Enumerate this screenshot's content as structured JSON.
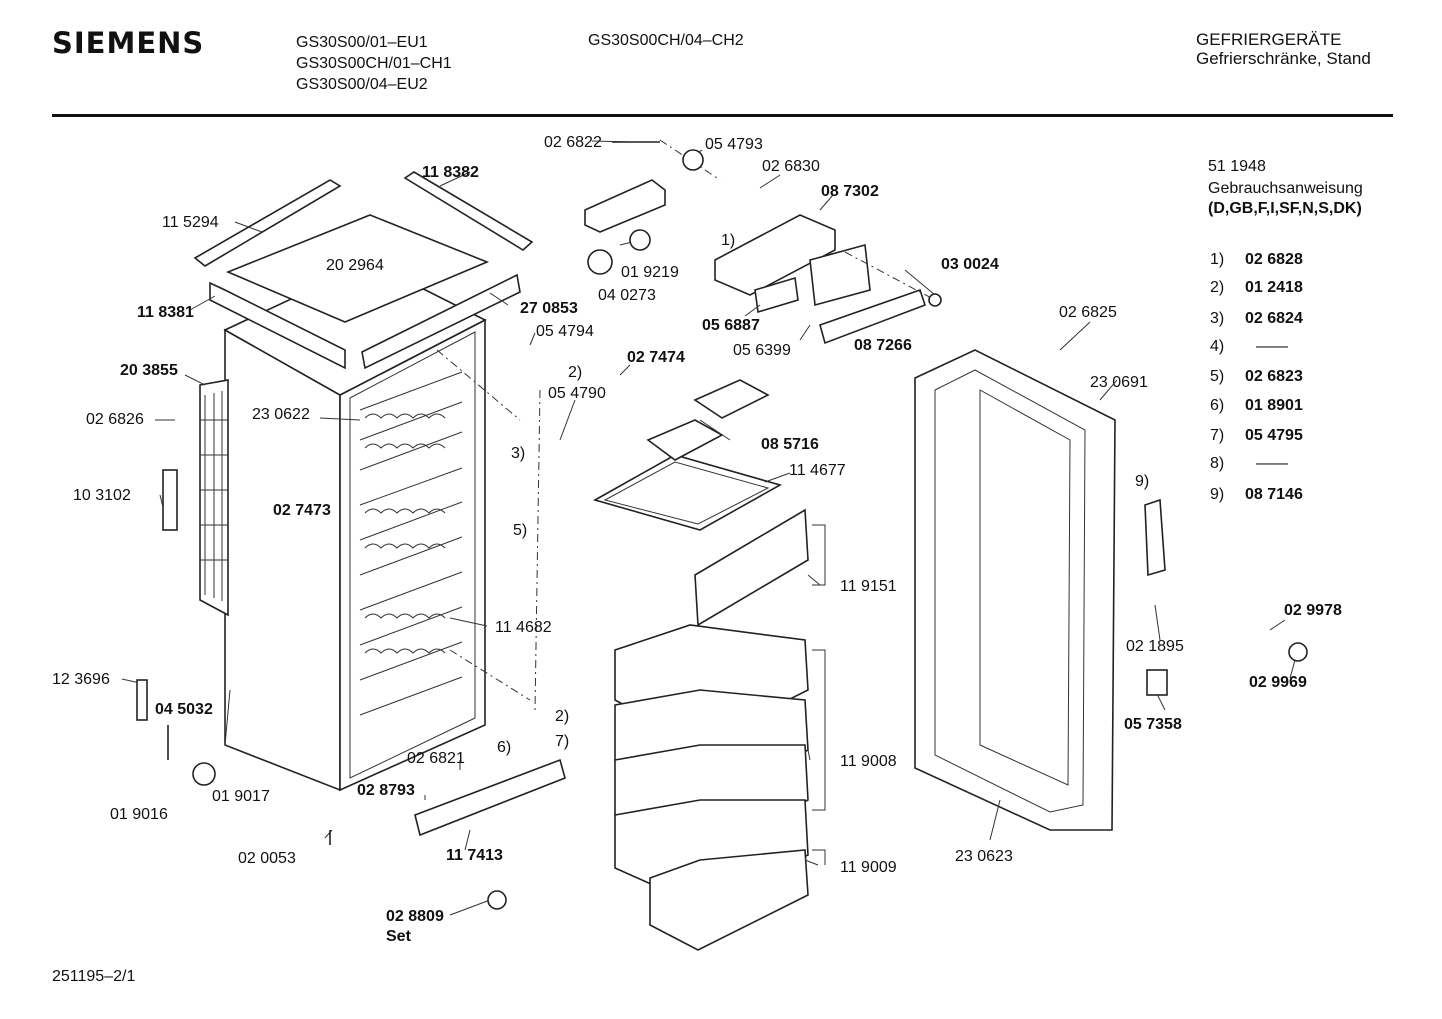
{
  "header": {
    "brand": "SIEMENS",
    "models_left": [
      "GS30S00/01–EU1",
      "GS30S00CH/01–CH1",
      "GS30S00/04–EU2"
    ],
    "model_right": "GS30S00CH/04–CH2",
    "category_title": "GEFRIERGERÄTE",
    "category_sub": "Gefrierschränke, Stand"
  },
  "manual": {
    "part_no": "51 1948",
    "title": "Gebrauchsanweisung",
    "languages": "(D,GB,F,I,SF,N,S,DK)"
  },
  "legend": [
    {
      "key": "1)",
      "value": "02 6828"
    },
    {
      "key": "2)",
      "value": "01 2418"
    },
    {
      "key": "3)",
      "value": "02 6824"
    },
    {
      "key": "4)",
      "value": "——"
    },
    {
      "key": "5)",
      "value": "02 6823"
    },
    {
      "key": "6)",
      "value": "01 8901"
    },
    {
      "key": "7)",
      "value": "05 4795"
    },
    {
      "key": "8)",
      "value": "——"
    },
    {
      "key": "9)",
      "value": "08 7146"
    }
  ],
  "callouts": {
    "p115294": "11 5294",
    "p118382": "11 8382",
    "p202964": "20 2964",
    "p118381": "11 8381",
    "p270853": "27 0853",
    "p203855": "20 3855",
    "p026826": "02 6826",
    "p230622": "23 0622",
    "p103102": "10 3102",
    "p027473": "02 7473",
    "p114682": "11 4682",
    "p123696": "12 3696",
    "p045032": "04 5032",
    "p019016": "01 9016",
    "p019017": "01 9017",
    "p020053": "02 0053",
    "p028793": "02 8793",
    "p026821": "02 6821",
    "p117413": "11 7413",
    "p028809": "02 8809",
    "set": "Set",
    "p026822": "02 6822",
    "p054793": "05 4793",
    "p026830": "02 6830",
    "p087302": "08 7302",
    "p019219": "01 9219",
    "p040273": "04 0273",
    "p030024": "03 0024",
    "p056887": "05 6887",
    "p056399": "05 6399",
    "p087266": "08 7266",
    "p054794": "05 4794",
    "p027474": "02 7474",
    "p054790": "05 4790",
    "p085716": "08 5716",
    "p114677": "11 4677",
    "p119151": "11 9151",
    "p119008": "11 9008",
    "p119009": "11 9009",
    "p026825": "02 6825",
    "p230691": "23 0691",
    "p021895": "02 1895",
    "p057358": "05 7358",
    "p230623": "23 0623",
    "p029978": "02 9978",
    "p029969": "02 9969",
    "r1": "1)",
    "r2a": "2)",
    "r2b": "2)",
    "r3": "3)",
    "r5": "5)",
    "r6": "6)",
    "r7": "7)",
    "r9": "9)"
  },
  "footer": "251195–2/1"
}
